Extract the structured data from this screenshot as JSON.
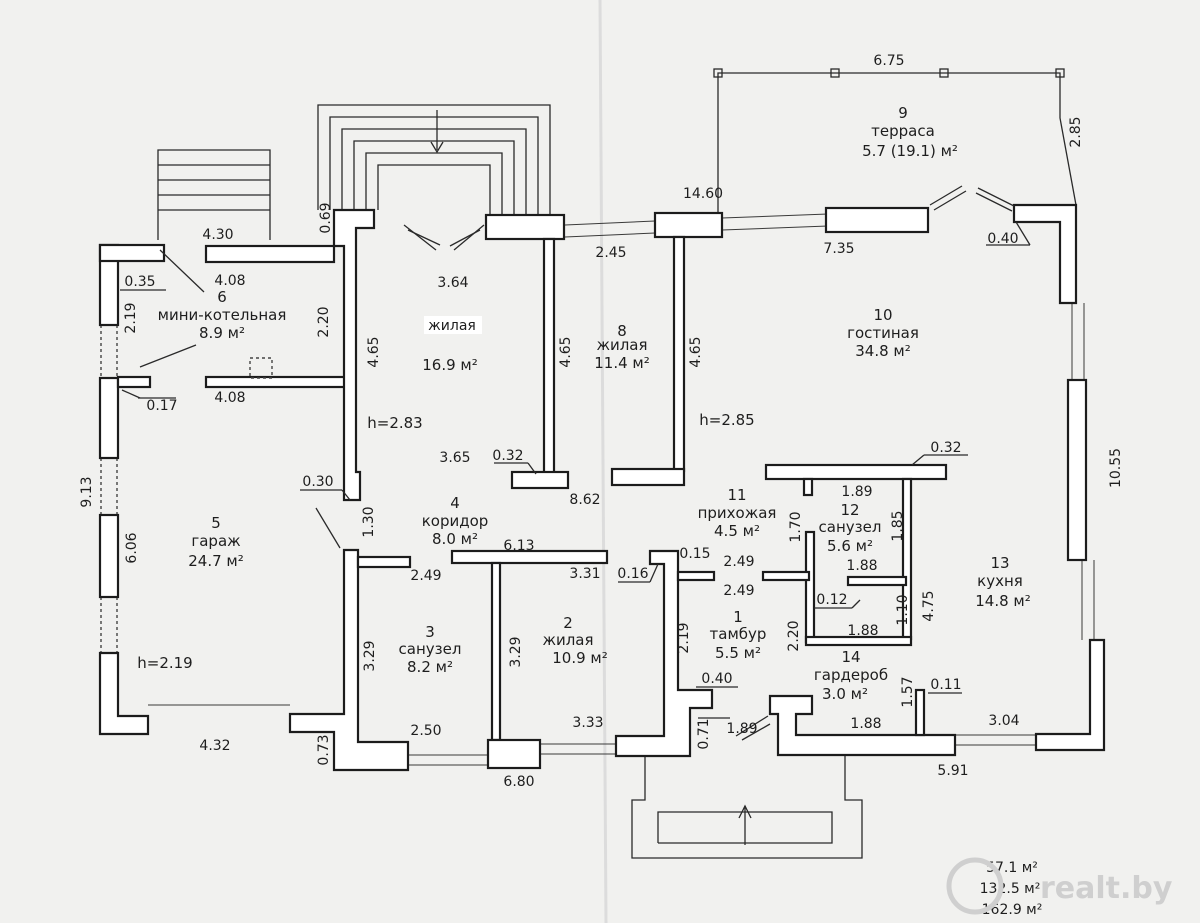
{
  "rooms": {
    "r1": {
      "num": "1",
      "name": "тамбур",
      "area": "5.5 м²"
    },
    "r2": {
      "num": "2",
      "name": "жилая",
      "area": "10.9 м²"
    },
    "r3": {
      "num": "3",
      "name": "санузел",
      "area": "8.2 м²"
    },
    "r4": {
      "num": "4",
      "name": "коридор",
      "area": "8.0 м²"
    },
    "r5": {
      "num": "5",
      "name": "гараж",
      "area": "24.7 м²"
    },
    "r6": {
      "num": "6",
      "name": "мини-котельная",
      "area": "8.9 м²"
    },
    "r7": {
      "name": "жилая",
      "area": "16.9 м²"
    },
    "r8": {
      "num": "8",
      "name": "жилая",
      "area": "11.4 м²"
    },
    "r9": {
      "num": "9",
      "name": "терраса",
      "area": "5.7  (19.1) м²"
    },
    "r10": {
      "num": "10",
      "name": "гостиная",
      "area": "34.8 м²"
    },
    "r11": {
      "num": "11",
      "name": "прихожая",
      "area": "4.5 м²"
    },
    "r12": {
      "num": "12",
      "name": "санузел",
      "area": "5.6 м²"
    },
    "r13": {
      "num": "13",
      "name": "кухня",
      "area": "14.8 м²"
    },
    "r14": {
      "num": "14",
      "name": "гардероб",
      "area": "3.0 м²"
    }
  },
  "heights": {
    "h_living": "h=2.83",
    "h_lounge": "h=2.85",
    "h_garage": "h=2.19"
  },
  "dims": {
    "d_675": "6.75",
    "d_285": "2.85",
    "d_1460": "14.60",
    "d_430": "4.30",
    "d_069": "0.69",
    "d_040a": "0.40",
    "d_735": "7.35",
    "d_245": "2.45",
    "d_364": "3.64",
    "d_035": "0.35",
    "d_408a": "4.08",
    "d_219a": "2.19",
    "d_220a": "2.20",
    "d_465a": "4.65",
    "d_465b": "4.65",
    "d_465c": "4.65",
    "d_017": "0.17",
    "d_408b": "4.08",
    "d_283": "h=2.83",
    "d_913": "9.13",
    "d_365": "3.65",
    "d_032a": "0.32",
    "d_032b": "0.32",
    "d_030": "0.30",
    "d_862": "8.62",
    "d_130": "1.30",
    "d_613": "6.13",
    "d_249a": "2.49",
    "d_331": "3.31",
    "d_189a": "1.89",
    "d_170": "1.70",
    "d_185": "1.85",
    "d_1055": "10.55",
    "d_606": "6.06",
    "d_015": "0.15",
    "d_016": "0.16",
    "d_249b": "2.49",
    "d_249c": "2.49",
    "d_188a": "1.88",
    "d_012": "0.12",
    "d_475": "4.75",
    "d_329a": "3.29",
    "d_329b": "3.29",
    "d_219b": "2.19",
    "d_220b": "2.20",
    "d_188b": "1.88",
    "d_110": "1.10",
    "d_040b": "0.40",
    "d_157": "1.57",
    "d_011": "0.11",
    "d_250": "2.50",
    "d_333": "3.33",
    "d_071": "0.71",
    "d_189b": "1.89",
    "d_188c": "1.88",
    "d_304": "3.04",
    "d_432": "4.32",
    "d_073": "0.73",
    "d_680": "6.80",
    "d_591": "5.91"
  },
  "totals": {
    "t1": "57.1 м²",
    "t2": "132.5 м²",
    "t3": "162.9 м²"
  },
  "watermark": "realt.by"
}
